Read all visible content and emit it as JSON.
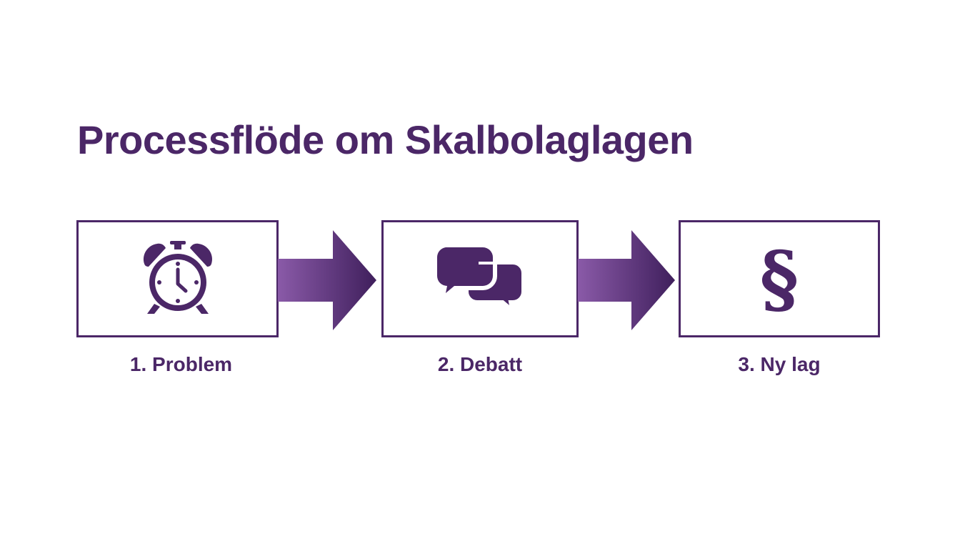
{
  "title": "Processflöde om Skalbolaglagen",
  "colors": {
    "primary": "#4b2767",
    "arrow_gradient_start": "#8a5aa8",
    "arrow_gradient_end": "#3f1f5c",
    "background": "#ffffff"
  },
  "steps": [
    {
      "number": "1",
      "label": "1. Problem",
      "icon": "alarm-clock-icon"
    },
    {
      "number": "2",
      "label": "2. Debatt",
      "icon": "chat-bubbles-icon"
    },
    {
      "number": "3",
      "label": "3. Ny lag",
      "icon": "section-sign-icon",
      "glyph": "§"
    }
  ],
  "connectors": [
    {
      "from": "1",
      "to": "2",
      "icon": "arrow-right-icon"
    },
    {
      "from": "2",
      "to": "3",
      "icon": "arrow-right-icon"
    }
  ]
}
